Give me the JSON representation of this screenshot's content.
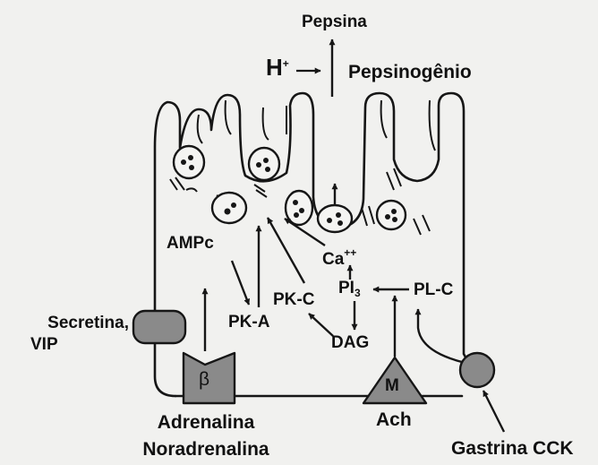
{
  "labels": {
    "pepsina": "Pepsina",
    "h_plus": "H",
    "h_plus_charge": "+",
    "pepsinogenio": "Pepsinogênio",
    "ampc": "AMPc",
    "pka": "PK-A",
    "pkc": "PK-C",
    "ca": "Ca",
    "ca_charge": "++",
    "pi": "PI",
    "pi_sub": "3",
    "plc": "PL-C",
    "dag": "DAG",
    "secretina_line1": "Secretina,",
    "secretina_line2": "VIP",
    "adrenalina": "Adrenalina",
    "noradrenalina": "Noradrenalina",
    "ach": "Ach",
    "gastrina": "Gastrina CCK",
    "beta_receptor": "β",
    "m_receptor": "M"
  },
  "colors": {
    "line": "#161616",
    "receptor_fill": "#8a8a8a",
    "background": "#f1f1ef",
    "vesicle_fill": "#f4f4f2"
  }
}
